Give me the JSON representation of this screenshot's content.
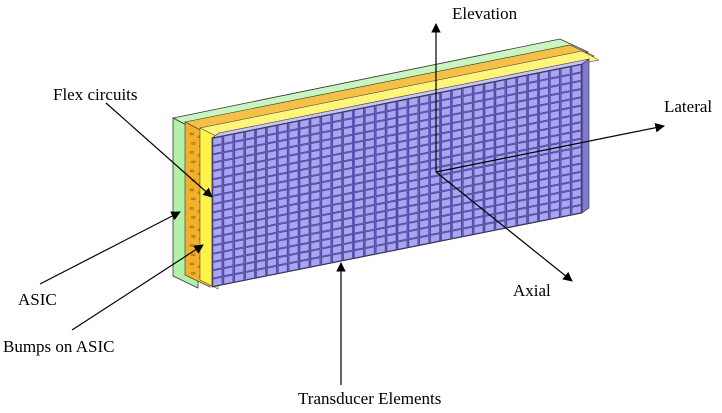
{
  "labels": {
    "elevation": "Elevation",
    "lateral": "Lateral",
    "axial": "Axial",
    "flex_circuits": "Flex circuits",
    "asic": "ASIC",
    "bumps_on_asic": "Bumps on ASIC",
    "transducer_elements": "Transducer Elements"
  },
  "array": {
    "columns": 34,
    "rows": 18
  },
  "colors": {
    "asic": "#b3f0a8",
    "flex": "#f2b02c",
    "bumps": "#fff24a",
    "element_face": "#a9a5ef",
    "element_top": "#c6c3f6",
    "element_side": "#7f79d6",
    "element_gap": "#4e49a6",
    "outline": "#333333"
  }
}
